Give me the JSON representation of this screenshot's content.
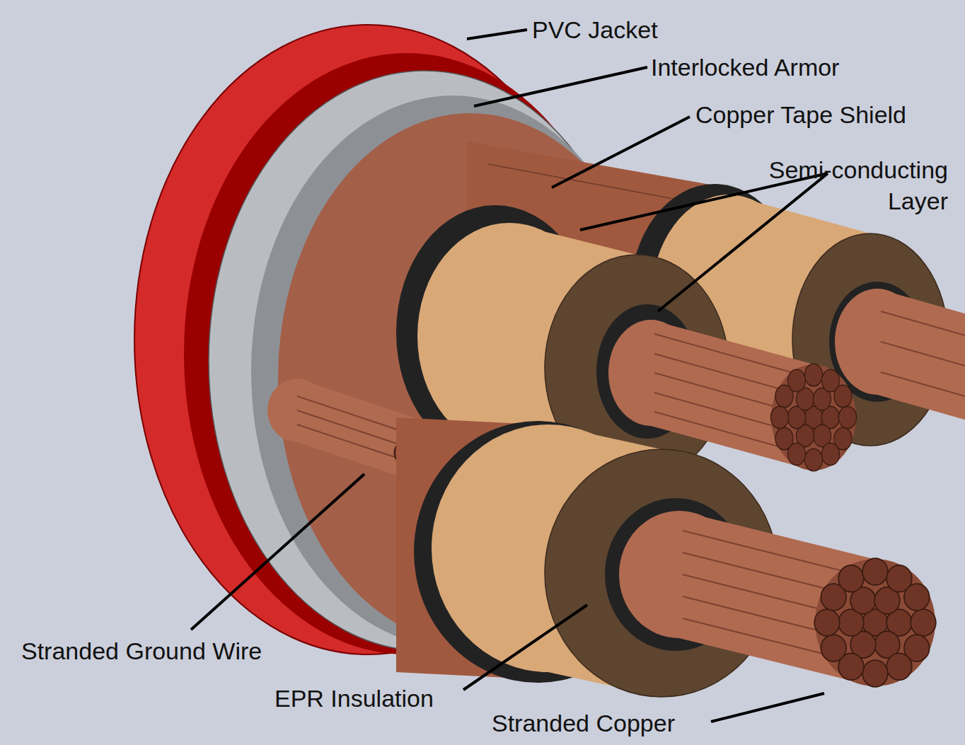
{
  "diagram": {
    "labels": [
      "PVC Jacket",
      "Interlocked Armor",
      "Copper Tape Shield",
      "Semi-conducting Layer",
      "Stranded Ground Wire",
      "EPR Insulation",
      "Stranded Copper"
    ]
  }
}
